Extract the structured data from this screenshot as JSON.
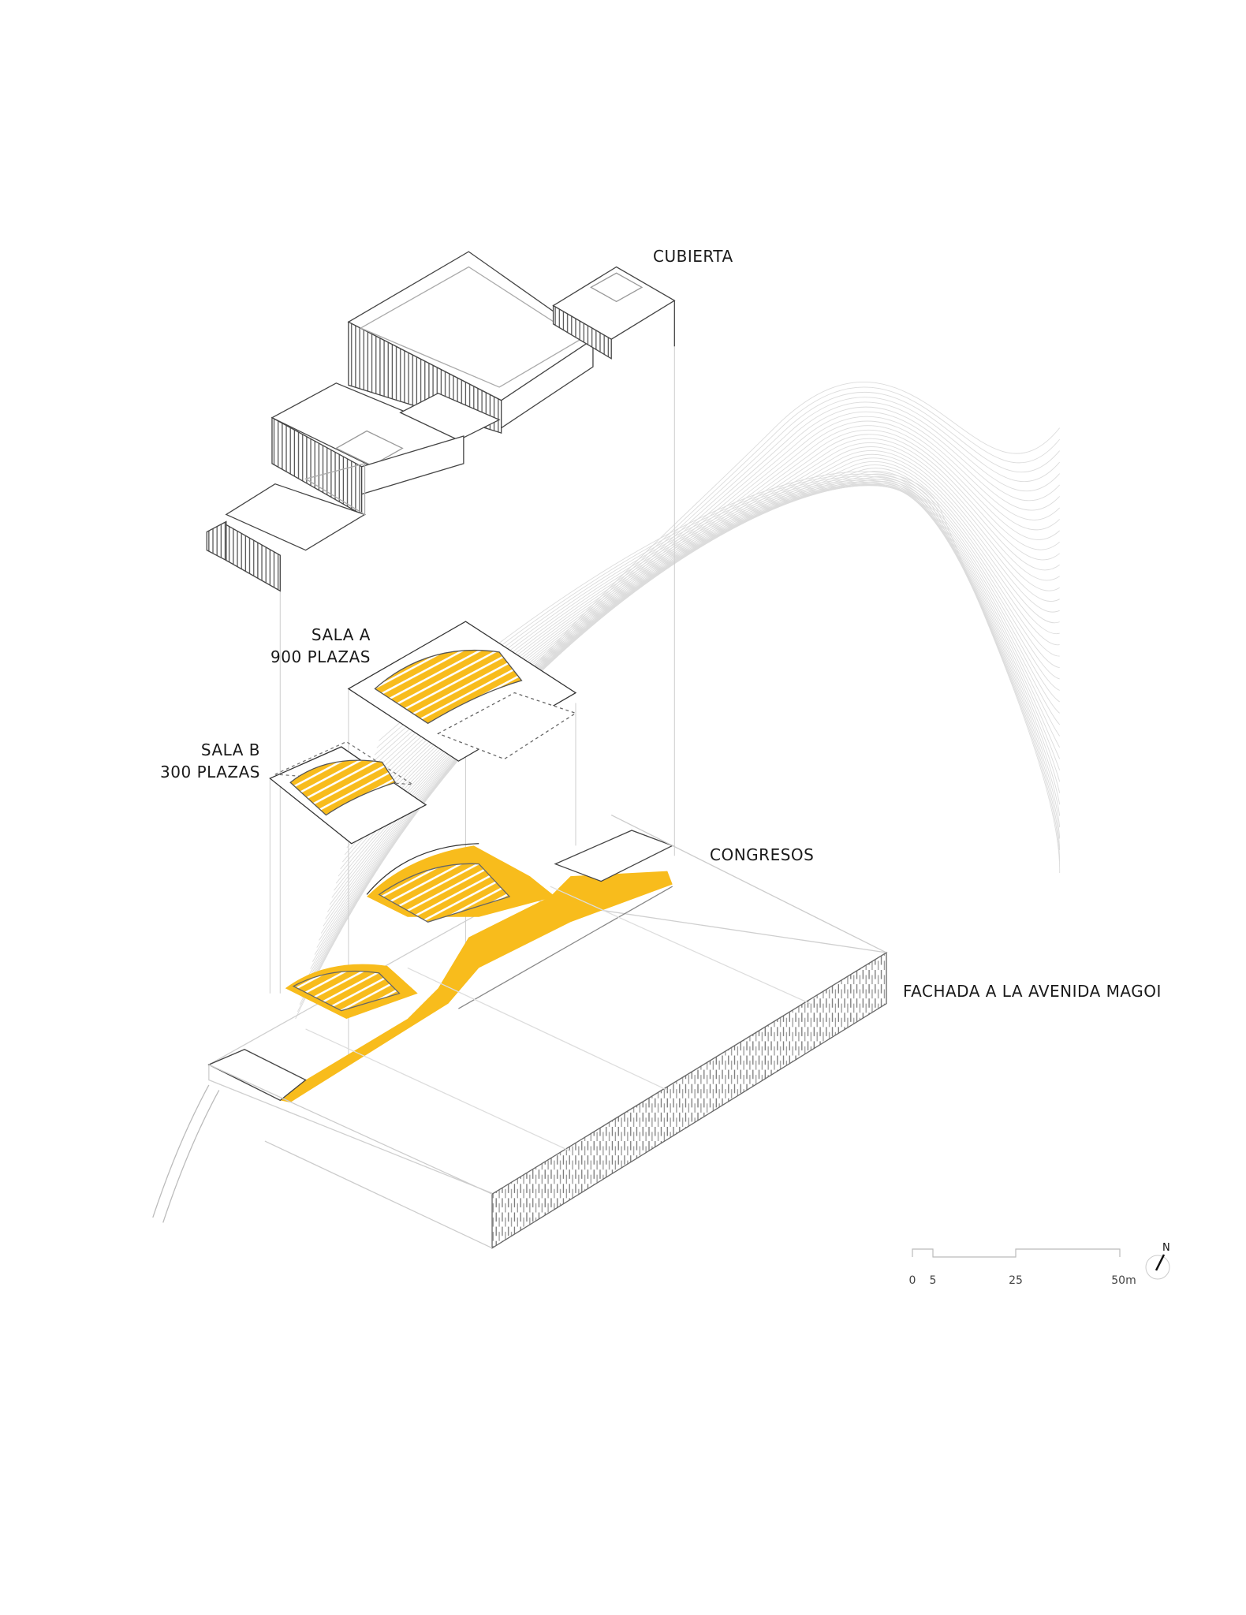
{
  "labels": {
    "cubierta": "CUBIERTA",
    "sala_a_name": "SALA A",
    "sala_a_capacity": "900 PLAZAS",
    "sala_b_name": "SALA B",
    "sala_b_capacity": "300 PLAZAS",
    "congresos": "CONGRESOS",
    "fachada": "FACHADA A LA AVENIDA MAGOI"
  },
  "scale_bar": {
    "ticks": [
      "0",
      "5",
      "25",
      "50m"
    ]
  },
  "north_arrow": {
    "label": "N"
  },
  "colors": {
    "accent_yellow": "#F8BC1C",
    "line": "#3a3a3a",
    "faint_line": "#cfcfcf"
  }
}
